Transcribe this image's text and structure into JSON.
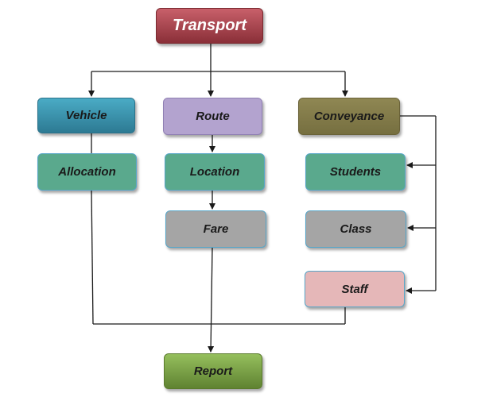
{
  "nodes": {
    "transport": "Transport",
    "vehicle": "Vehicle",
    "route": "Route",
    "conveyance": "Conveyance",
    "allocation": "Allocation",
    "location": "Location",
    "students": "Students",
    "fare": "Fare",
    "class": "Class",
    "staff": "Staff",
    "report": "Report"
  },
  "colors": {
    "transport": "#a8434c",
    "vehicle": "#3a93ad",
    "route": "#b3a3cf",
    "conveyance": "#837b4a",
    "teal_box": "#5aa98d",
    "gray_box": "#a5a5a5",
    "staff": "#e5b7b8",
    "report": "#7aa346",
    "connector": "#1a1a1a"
  }
}
